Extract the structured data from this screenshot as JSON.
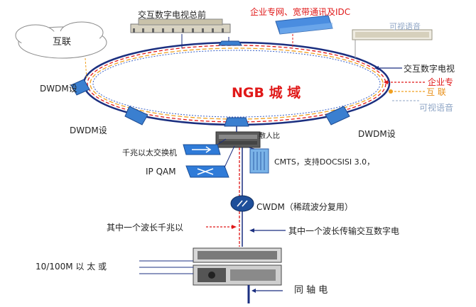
{
  "diagram": {
    "ring_title": "NGB 城 域",
    "cloud_label": "互联",
    "top_center_label": "交互数字电视总前",
    "top_right_label": "企业专网、宽带通讯及IDC",
    "right_label_1": "交互数字电视",
    "right_label_2": "企业专",
    "right_label_3": "互 联",
    "right_label_4": "可视语音",
    "top_right_building_label": "可视语音",
    "dwdm_left": "DWDM设",
    "dwdm_lower_left": "DWDM设",
    "dwdm_lower_right": "DWDM设",
    "gigabit_switch": "千兆以太交换机",
    "ipqam": "IP QAM",
    "cmts": "CMTS，支持DOCSISI 3.0，",
    "cwdm": "CWDM（稀疏波分复用）",
    "wave_left": "其中一个波长千兆以",
    "wave_right": "其中一个波长传输交互数字电",
    "ethernet": "10/100M 以 太 或",
    "coax": "同 轴 电",
    "node_small": "敷人比"
  },
  "colors": {
    "ring_outer": "#1b2f80",
    "ring_red": "#e01818",
    "ring_orange": "#f0a020",
    "ring_blue": "#3a62c8",
    "title_red": "#e01818"
  }
}
